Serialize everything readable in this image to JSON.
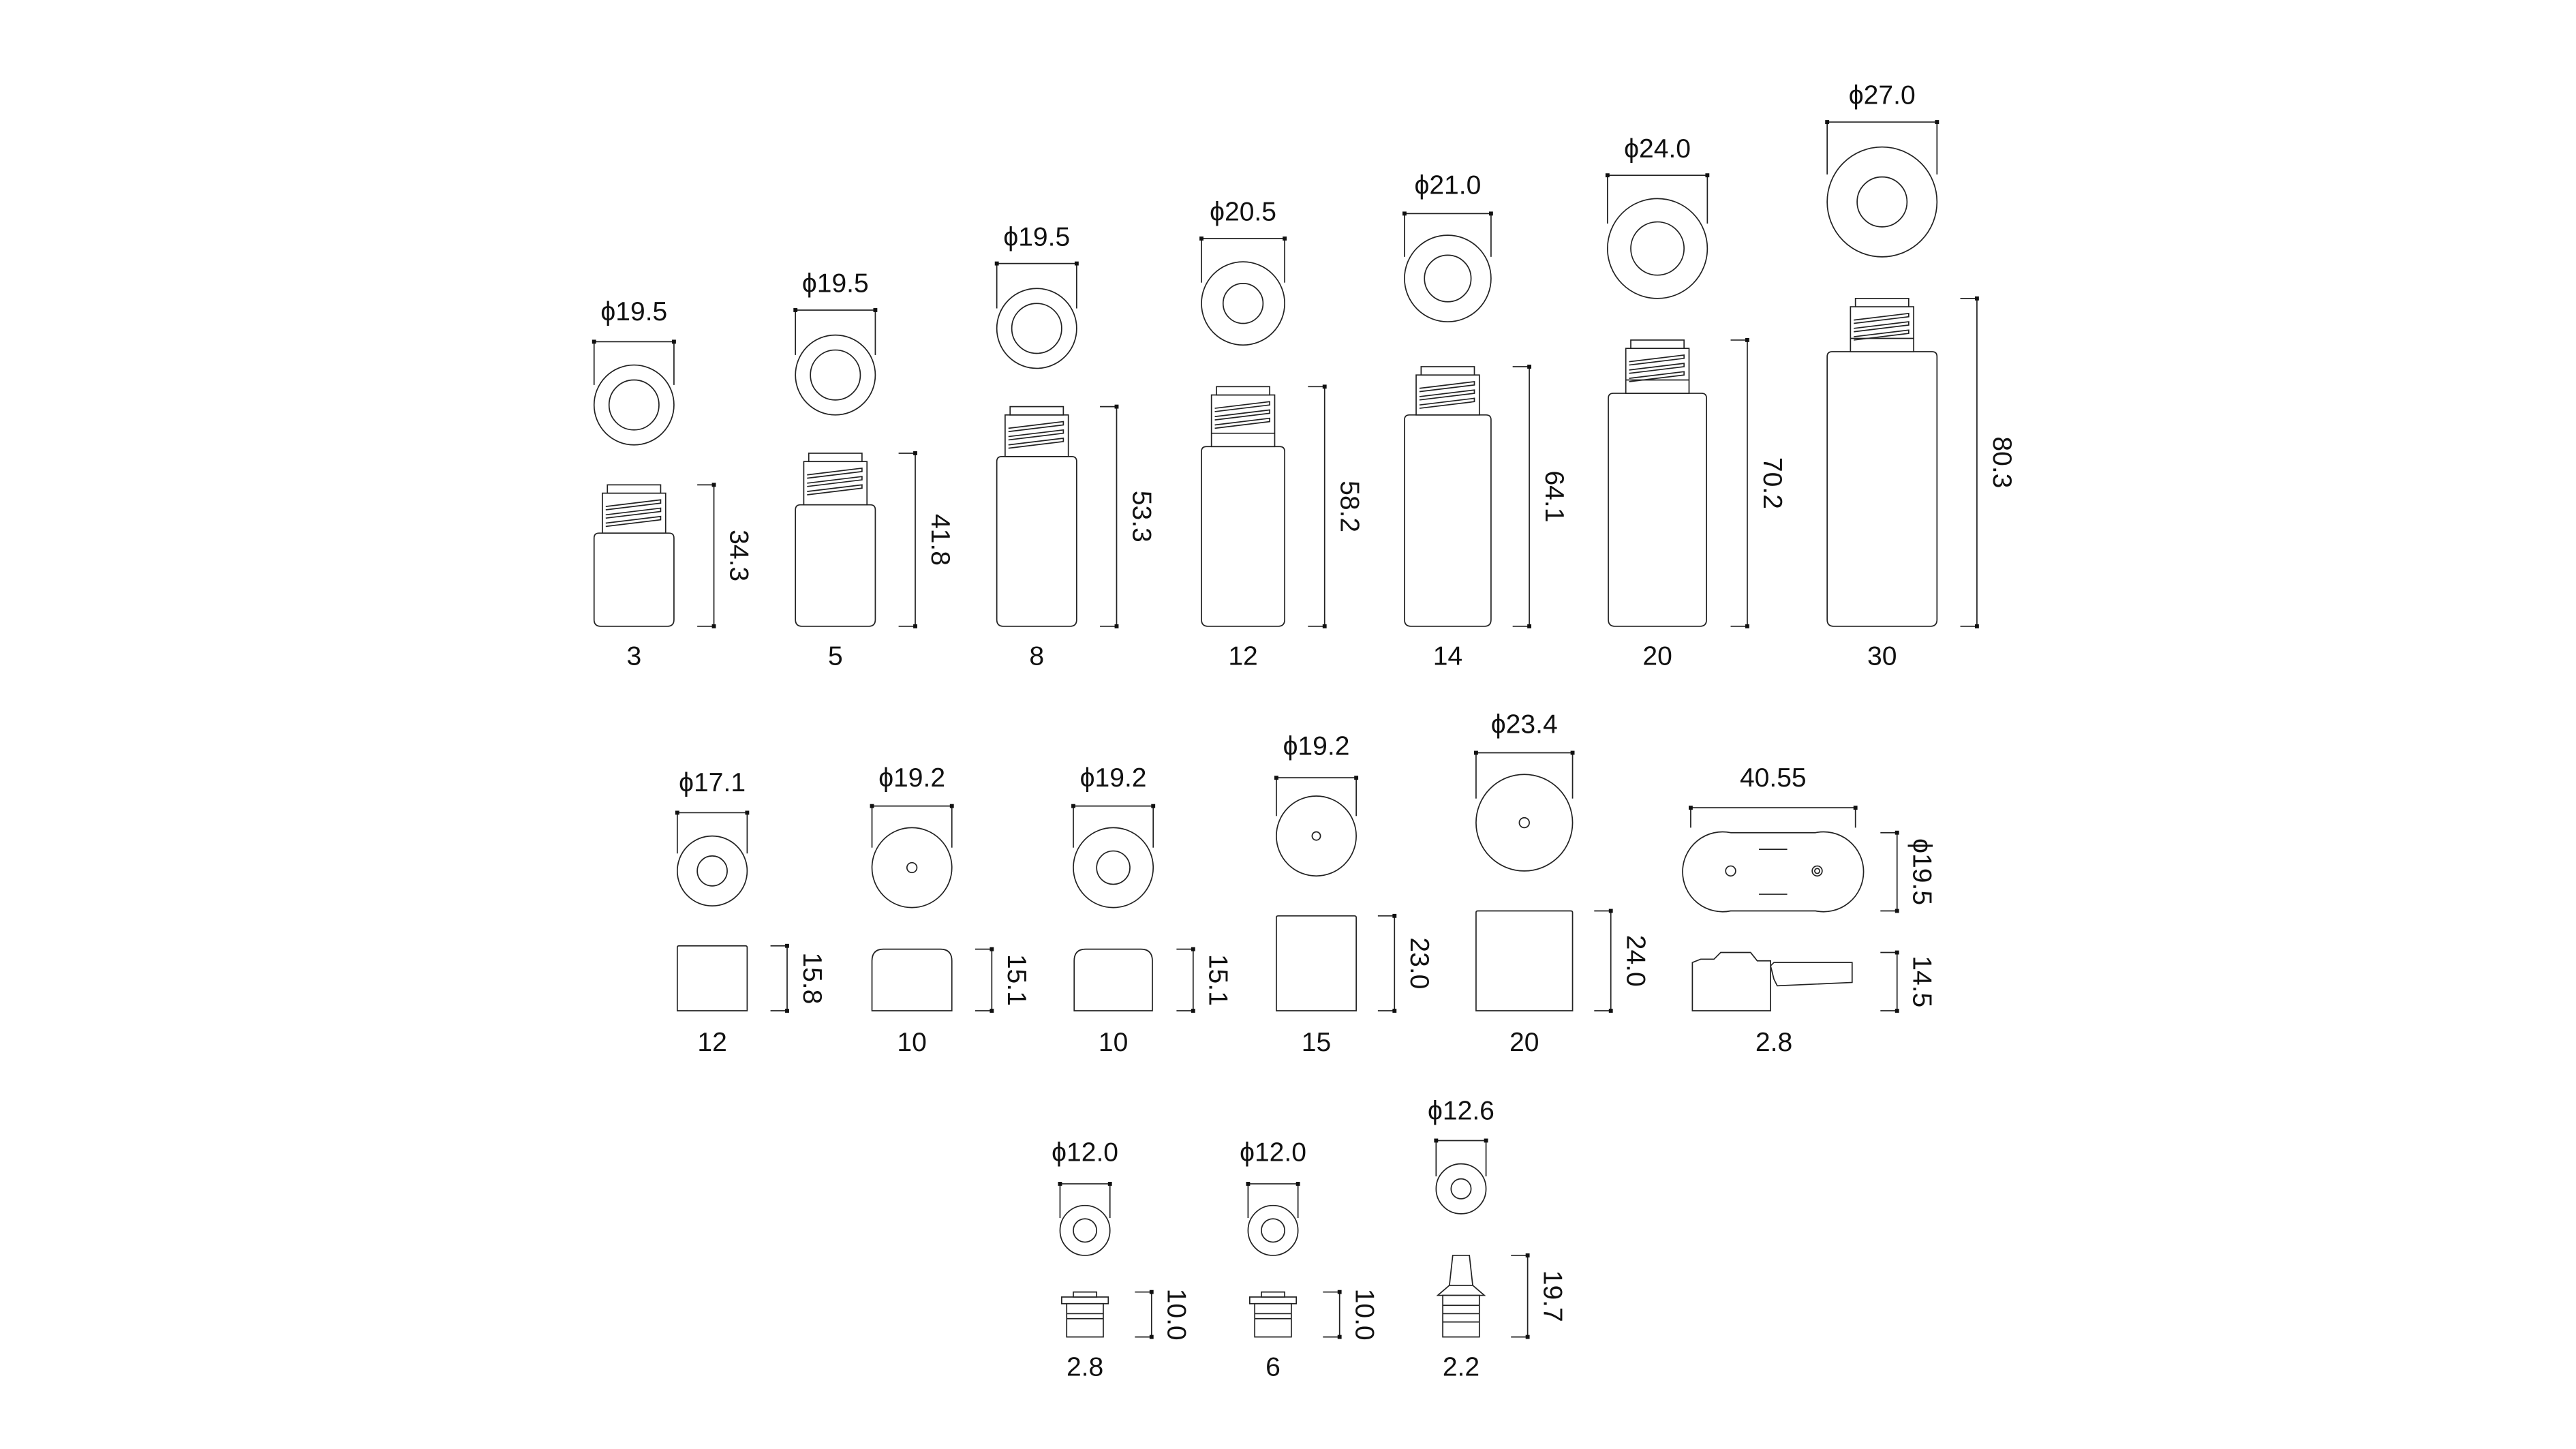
{
  "bottles": [
    {
      "capacity": "3",
      "diameter": "ϕ19.5",
      "height": "34.3"
    },
    {
      "capacity": "5",
      "diameter": "ϕ19.5",
      "height": "41.8"
    },
    {
      "capacity": "8",
      "diameter": "ϕ19.5",
      "height": "53.3"
    },
    {
      "capacity": "12",
      "diameter": "ϕ20.5",
      "height": "58.2"
    },
    {
      "capacity": "14",
      "diameter": "ϕ21.0",
      "height": "64.1"
    },
    {
      "capacity": "20",
      "diameter": "ϕ24.0",
      "height": "70.2"
    },
    {
      "capacity": "30",
      "diameter": "ϕ27.0",
      "height": "80.3"
    }
  ],
  "caps": [
    {
      "capacity": "12",
      "diameter": "ϕ17.1",
      "height": "15.8"
    },
    {
      "capacity": "10",
      "diameter": "ϕ19.2",
      "height": "15.1"
    },
    {
      "capacity": "10",
      "diameter": "ϕ19.2",
      "height": "15.1"
    },
    {
      "capacity": "15",
      "diameter": "ϕ19.2",
      "height": "23.0"
    },
    {
      "capacity": "20",
      "diameter": "ϕ23.4",
      "height": "24.0"
    }
  ],
  "flip_cap": {
    "capacity": "2.8",
    "width": "40.55",
    "diameter": "ϕ19.5",
    "height": "14.5"
  },
  "plugs": [
    {
      "capacity": "2.8",
      "diameter": "ϕ12.0",
      "height": "10.0"
    },
    {
      "capacity": "6",
      "diameter": "ϕ12.0",
      "height": "10.0"
    },
    {
      "capacity": "2.2",
      "diameter": "ϕ12.6",
      "height": "19.7"
    }
  ]
}
